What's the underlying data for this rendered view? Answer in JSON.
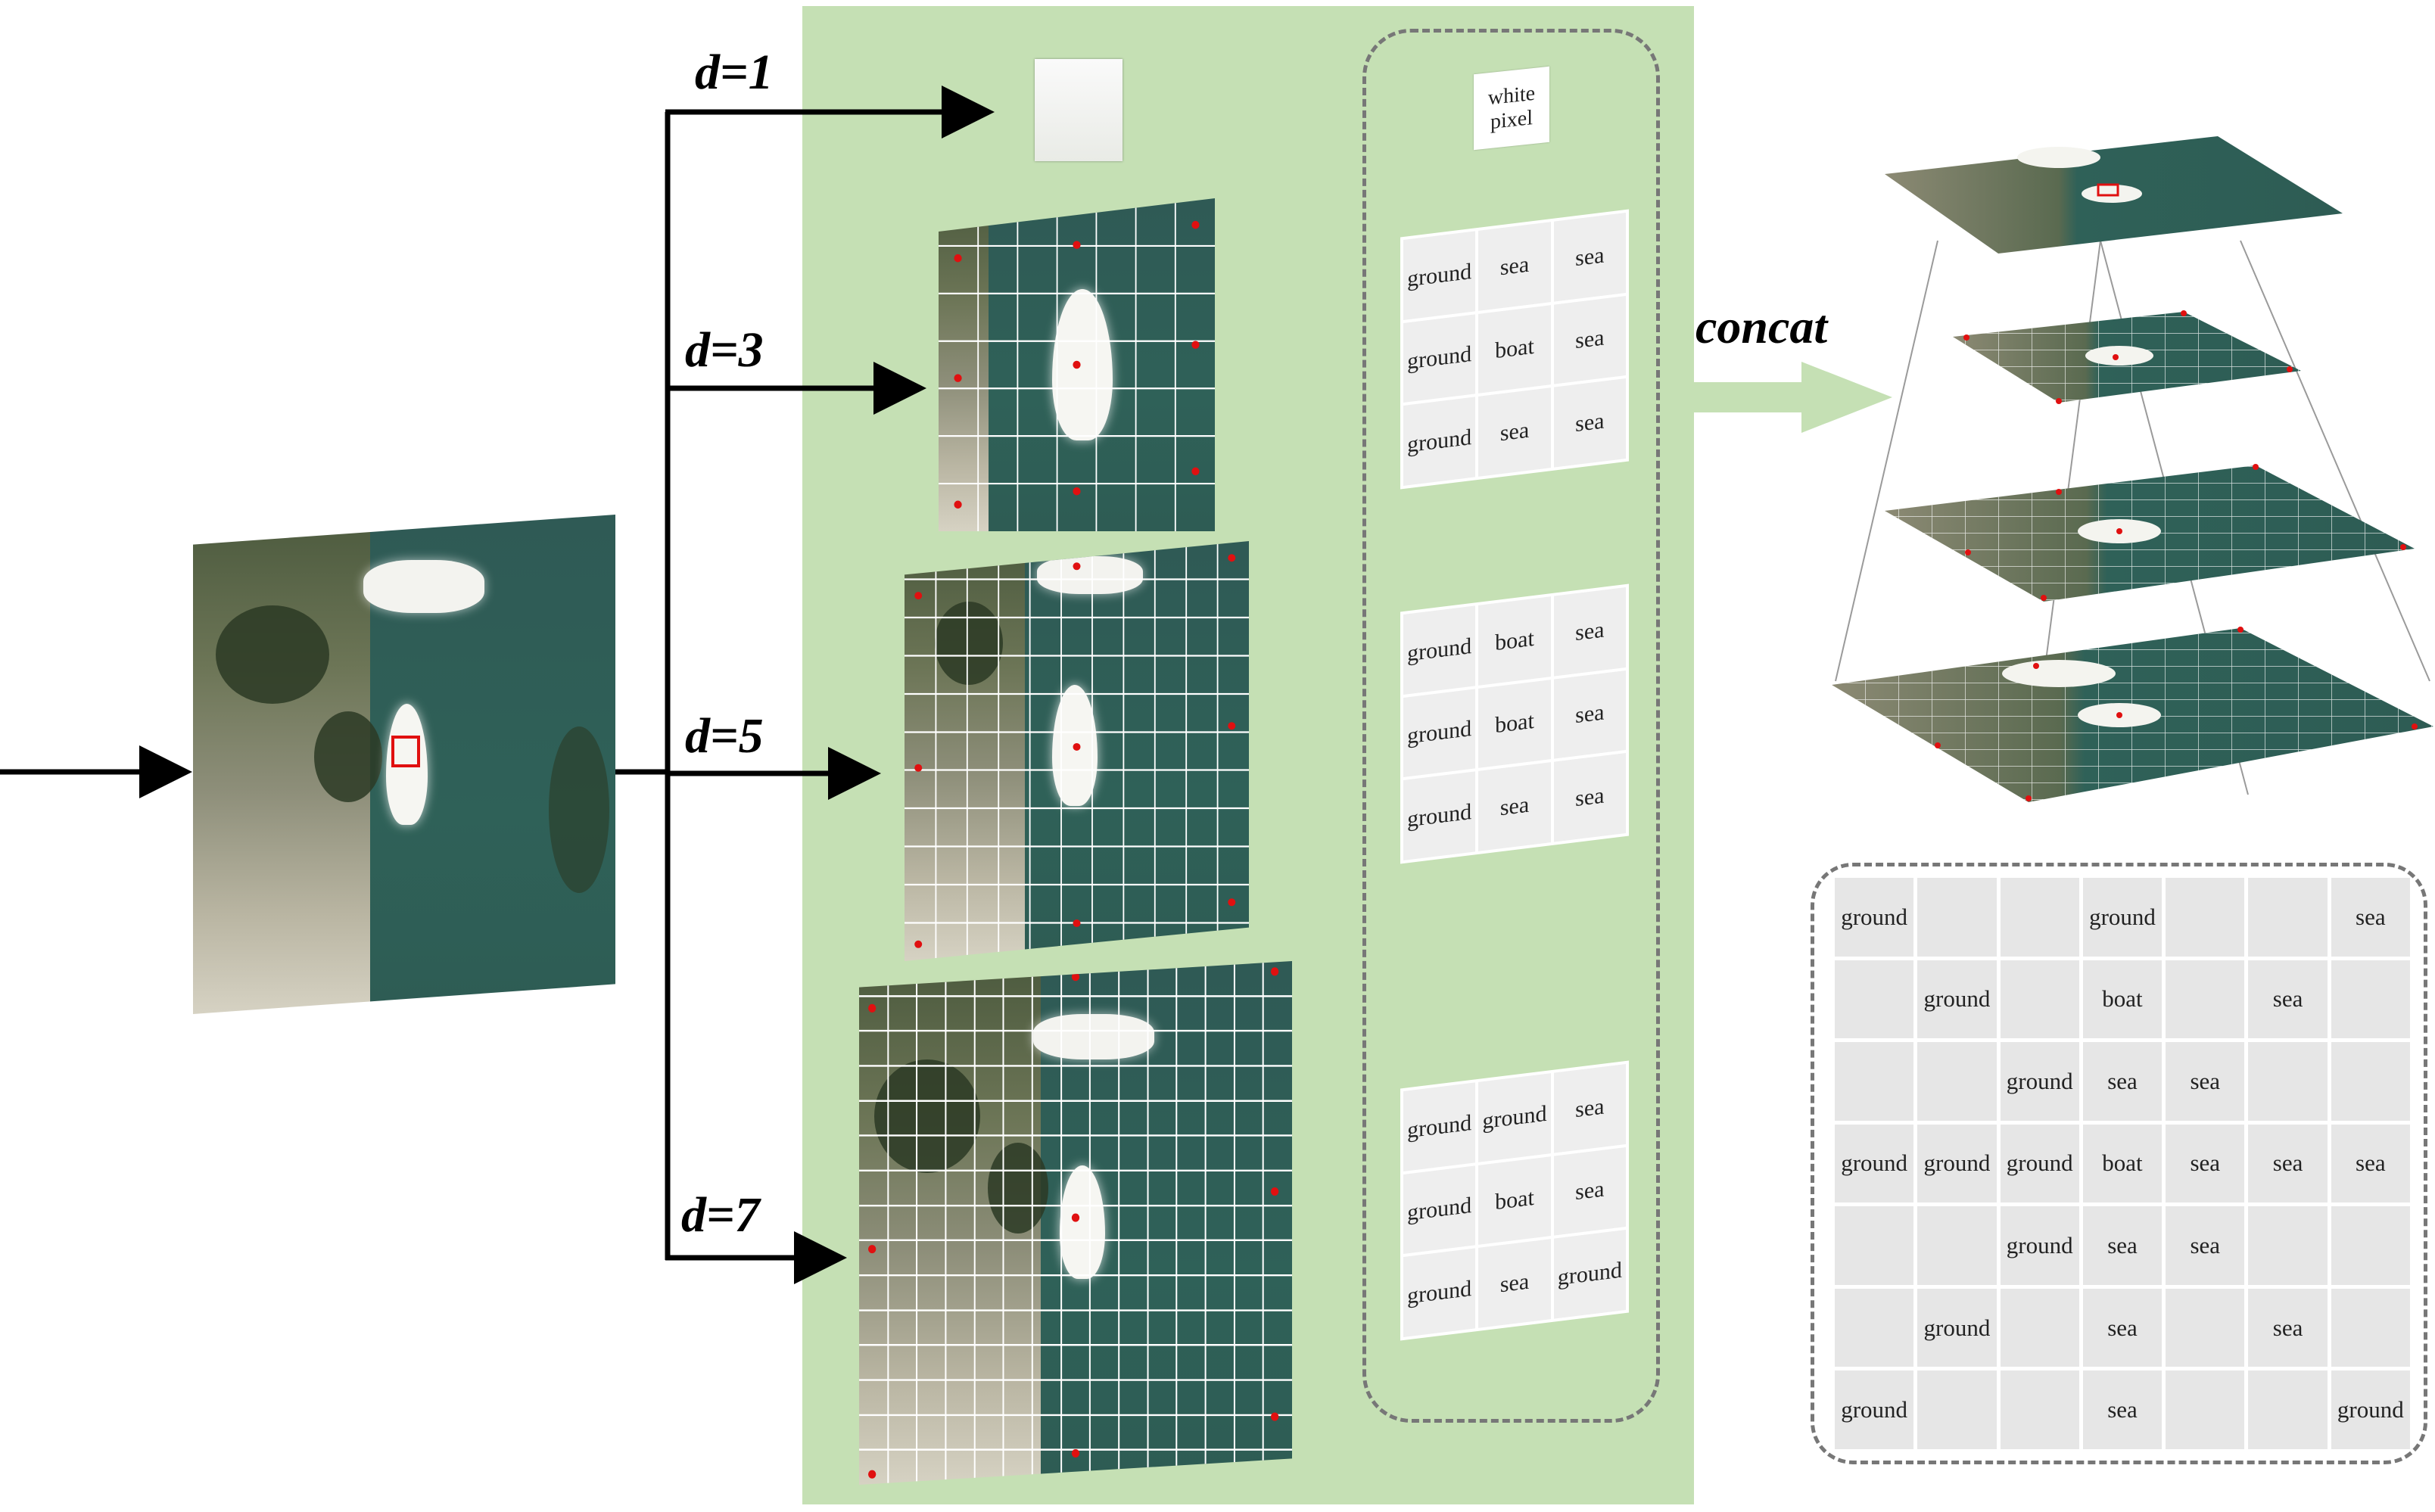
{
  "dilations": [
    {
      "label": "d=1"
    },
    {
      "label": "d=3"
    },
    {
      "label": "d=5"
    },
    {
      "label": "d=7"
    }
  ],
  "white_pixel": {
    "line1": "white",
    "line2": "pixel"
  },
  "label_grids": [
    {
      "rows": [
        [
          "ground",
          "sea",
          "sea"
        ],
        [
          "ground",
          "boat",
          "sea"
        ],
        [
          "ground",
          "sea",
          "sea"
        ]
      ]
    },
    {
      "rows": [
        [
          "ground",
          "boat",
          "sea"
        ],
        [
          "ground",
          "boat",
          "sea"
        ],
        [
          "ground",
          "sea",
          "sea"
        ]
      ]
    },
    {
      "rows": [
        [
          "ground",
          "ground",
          "sea"
        ],
        [
          "ground",
          "boat",
          "sea"
        ],
        [
          "ground",
          "sea",
          "ground"
        ]
      ]
    }
  ],
  "concat_label": "concat",
  "merged_grid": [
    [
      "ground",
      "",
      "",
      "ground",
      "",
      "",
      "sea"
    ],
    [
      "",
      "ground",
      "",
      "boat",
      "",
      "sea",
      ""
    ],
    [
      "",
      "",
      "ground",
      "sea",
      "sea",
      "",
      ""
    ],
    [
      "ground",
      "ground",
      "ground",
      "boat",
      "sea",
      "sea",
      "sea"
    ],
    [
      "",
      "",
      "ground",
      "sea",
      "sea",
      "",
      ""
    ],
    [
      "",
      "ground",
      "",
      "sea",
      "",
      "sea",
      ""
    ],
    [
      "ground",
      "",
      "",
      "sea",
      "",
      "",
      "ground"
    ]
  ],
  "colors": {
    "panel": "#c5e0b4",
    "arrow": "#000000",
    "concat_arrow": "#c5e0b4",
    "marker": "#e01010",
    "cell": "#eeeeee"
  }
}
